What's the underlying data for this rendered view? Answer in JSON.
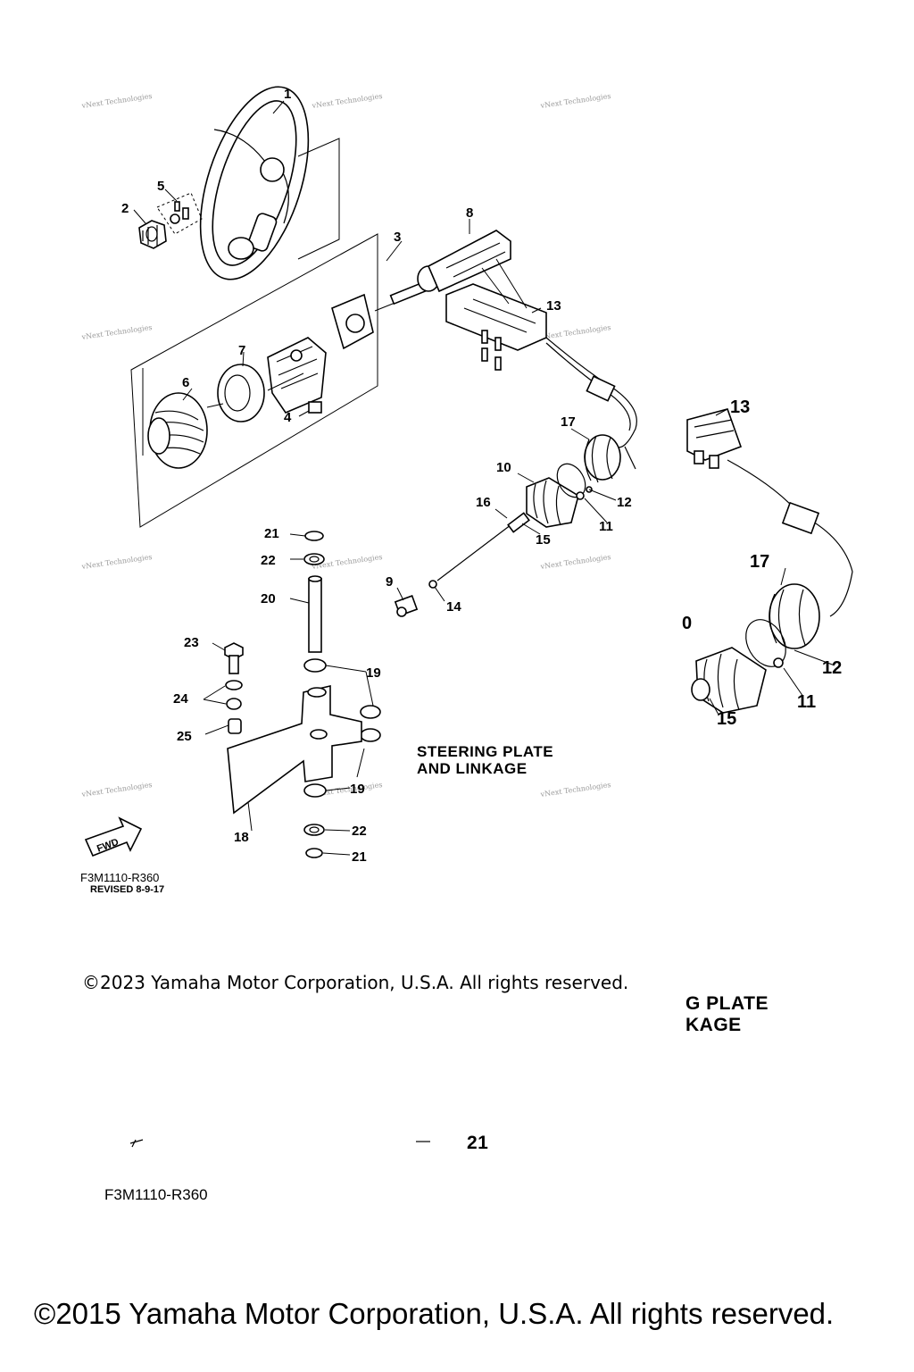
{
  "diagram": {
    "title_line1": "STEERING PLATE",
    "title_line2": "AND LINKAGE",
    "title_fragment_line1": "G PLATE",
    "title_fragment_line2": "ΚAGE",
    "figure_code": "F3M1110-R360",
    "revision": "REVISED 8-9-17",
    "figure_code_duplicate": "F3M1110-R360",
    "fwd_label": "FWD",
    "stray_fragment": "21",
    "watermark": "vNext Technologies",
    "callouts": {
      "c1": "1",
      "c2": "2",
      "c3": "3",
      "c4": "4",
      "c5": "5",
      "c6": "6",
      "c7": "7",
      "c8": "8",
      "c9": "9",
      "c10": "10",
      "c11": "11",
      "c12": "12",
      "c13": "13",
      "c14": "14",
      "c15": "15",
      "c16": "16",
      "c17": "17",
      "c18": "18",
      "c19a": "19",
      "c19b": "19",
      "c20": "20",
      "c21a": "21",
      "c21b": "21",
      "c22a": "22",
      "c22b": "22",
      "c23": "23",
      "c24": "24",
      "c25": "25"
    },
    "detail_callouts": {
      "d13": "13",
      "d17": "17",
      "d12": "12",
      "d11": "11",
      "d15": "15",
      "d10": "0"
    }
  },
  "footer": {
    "copyright_2023": "©2023 Yamaha Motor Corporation, U.S.A. All rights reserved.",
    "copyright_2015": "©2015 Yamaha Motor Corporation, U.S.A. All rights reserved."
  }
}
